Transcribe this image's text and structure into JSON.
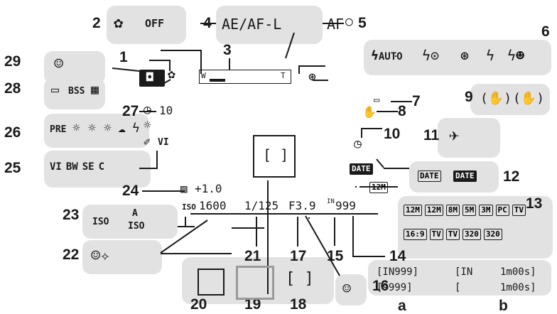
{
  "callouts": {
    "n1": "1",
    "n2": "2",
    "n3": "3",
    "n4": "4",
    "n5": "5",
    "n6": "6",
    "n7": "7",
    "n8": "8",
    "n9": "9",
    "n10": "10",
    "n11": "11",
    "n12": "12",
    "n13": "13",
    "n14": "14",
    "n15": "15",
    "n16": "16",
    "n17": "17",
    "n18": "18",
    "n19": "19",
    "n20": "20",
    "n21": "21",
    "n22": "22",
    "n23": "23",
    "n24": "24",
    "n25": "25",
    "n26": "26",
    "n27": "27",
    "n28": "28",
    "n29": "29",
    "col_a": "a",
    "col_b": "b"
  },
  "indicators": {
    "macro_off": "OFF",
    "ae_af_lock": "AE/AF-L",
    "af": "AF",
    "flash_auto": "AUTO",
    "self_timer": "10",
    "wb_preset": "PRE",
    "exposure_comp": "+1.0",
    "iso_label": "ISO",
    "iso_value": "1600",
    "shutter": "1/125",
    "aperture": "F3.9",
    "exposures_remaining": "999",
    "internal_mem": "IN",
    "date_off": "DATE",
    "date_on": "DATE",
    "image_mode": "12M",
    "bss": "BSS",
    "iso_auto_a": "A",
    "iso_auto_iso": "ISO",
    "iso_fixed": "ISO",
    "vibration": "VI",
    "zoom_w": "W",
    "zoom_t": "T"
  },
  "image_modes": [
    "12M",
    "12M",
    "8M",
    "5M",
    "3M",
    "PC",
    "TV",
    "16:9",
    "TV",
    "TV",
    "320",
    "320"
  ],
  "color_options": [
    "VI",
    "BW",
    "SE",
    "C"
  ],
  "frame_counts": {
    "a1": "[IN999]",
    "a2": "[9999]",
    "b1_prefix": "[IN",
    "b1": "1m00s]",
    "b2_prefix": "[",
    "b2": "1m00s]"
  },
  "colors": {
    "panel": "#e2e2e2",
    "ink": "#1a1a1a",
    "frame_grey": "#9a9a9a"
  }
}
